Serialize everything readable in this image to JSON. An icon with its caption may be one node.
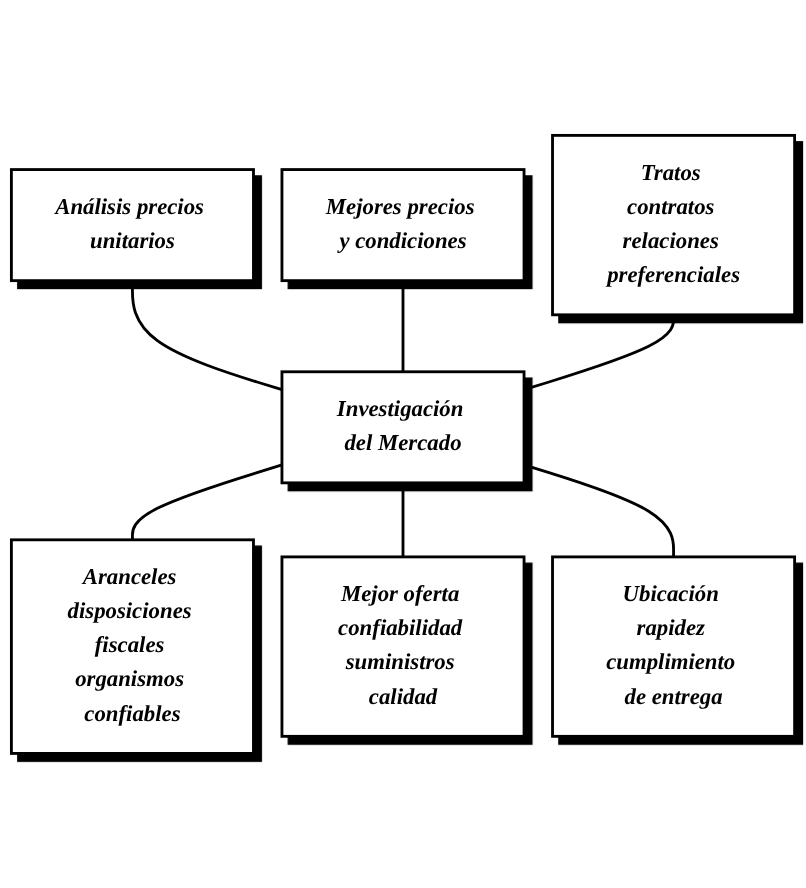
{
  "diagram": {
    "nodes": [
      {
        "text": [
          "Mejores precios y condiciones"
        ]
      },
      {
        "text": [
          "Análisis precios unitarios"
        ]
      },
      {
        "text": [
          "Tratos contratos relaciones preferenciales"
        ]
      },
      {
        "text": [
          "Investigación del Mercado"
        ]
      },
      {
        "text": [
          "Aranceles disposiciones fiscales organismos confiables"
        ]
      },
      {
        "text": [
          "Ubicación rapidez cumplimiento de entrega"
        ]
      },
      {
        "text": [
          "Mejor oferta confiabilidad suministros calidad"
        ]
      }
    ],
    "edges": [
      {
        "from": 1,
        "to": 3,
        "arrow": "none"
      },
      {
        "from": 0,
        "to": 3,
        "arrow": "none"
      },
      {
        "from": 2,
        "to": 3,
        "arrow": "none"
      },
      {
        "from": 3,
        "to": 4,
        "arrow": "none"
      },
      {
        "from": 3,
        "to": 6,
        "arrow": "none"
      },
      {
        "from": 3,
        "to": 5,
        "arrow": "none"
      }
    ]
  }
}
